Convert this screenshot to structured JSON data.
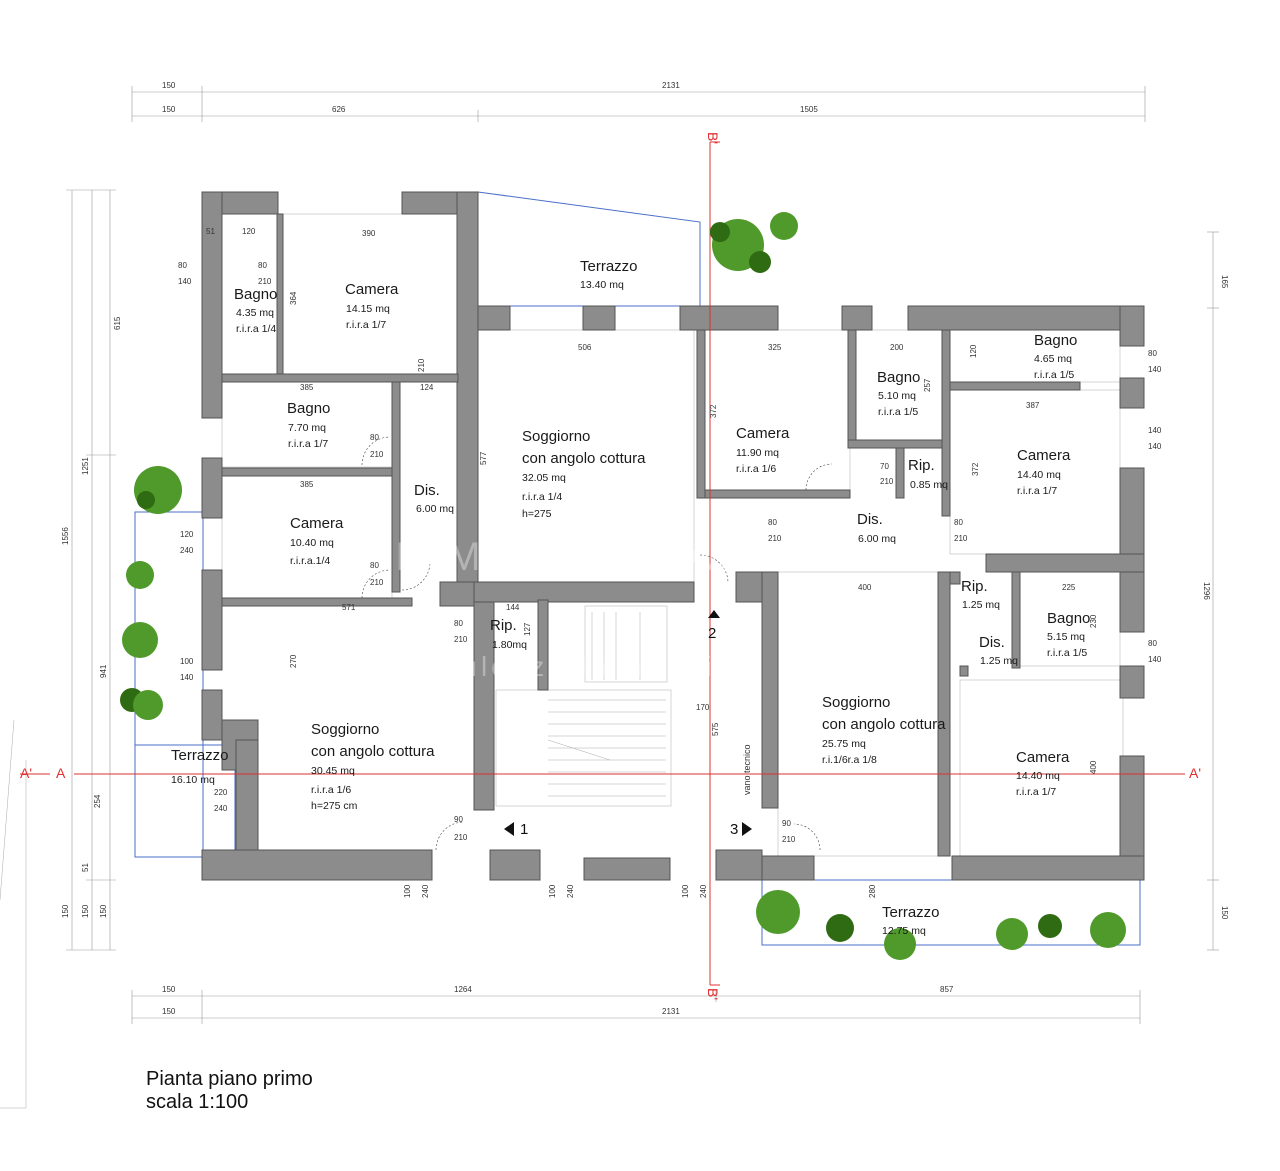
{
  "title": "Pianta piano primo",
  "scale": "scala 1:100",
  "top_dims_row1": [
    "150",
    "2131"
  ],
  "top_dims_row2": [
    "150",
    "626",
    "1505"
  ],
  "bottom_dims_row1": [
    "150",
    "1264",
    "857"
  ],
  "bottom_dims_row2": [
    "150",
    "2131"
  ],
  "left_dims": [
    "615",
    "1251",
    "1556",
    "941",
    "254",
    "51",
    "150",
    "150",
    "150"
  ],
  "right_dims": [
    "165",
    "1296",
    "150"
  ],
  "section_labels": {
    "b_top": "B'",
    "b_bottom": "B'",
    "a_left": "A'",
    "a_left2": "A",
    "a_right": "A'"
  },
  "markers": [
    "1",
    "2",
    "3"
  ],
  "watermark": "IMMOBILI REALI",
  "watermark2": "Consulenze Immobiliari",
  "rooms": [
    {
      "name": "Camera",
      "area": "14.15 mq",
      "ratio": "r.i.r.a 1/7"
    },
    {
      "name": "Bagno",
      "area": "4.35 mq",
      "ratio": "r.i.r.a 1/4"
    },
    {
      "name": "Terrazzo",
      "area": "13.40 mq",
      "ratio": ""
    },
    {
      "name": "Bagno",
      "area": "7.70 mq",
      "ratio": "r.i.r.a 1/7"
    },
    {
      "name": "Camera",
      "area": "10.40 mq",
      "ratio": "r.i.r.a.1/4"
    },
    {
      "name": "Dis.",
      "area": "6.00 mq",
      "ratio": ""
    },
    {
      "name": "Soggiorno",
      "name2": "con angolo cottura",
      "area": "32.05 mq",
      "ratio": "r.i.r.a 1/4",
      "height": "h=275"
    },
    {
      "name": "Rip.",
      "area": "1.80mq",
      "ratio": ""
    },
    {
      "name": "Soggiorno",
      "name2": "con angolo cottura",
      "area": "30.45 mq",
      "ratio": "r.i.r.a 1/6",
      "height": "h=275 cm"
    },
    {
      "name": "Terrazzo",
      "area": "16.10 mq",
      "ratio": ""
    },
    {
      "name": "Camera",
      "area": "11.90 mq",
      "ratio": "r.i.r.a 1/6"
    },
    {
      "name": "Bagno",
      "area": "5.10 mq",
      "ratio": "r.i.r.a 1/5"
    },
    {
      "name": "Rip.",
      "area": "0.85 mq",
      "ratio": ""
    },
    {
      "name": "Bagno",
      "area": "4.65 mq",
      "ratio": "r.i.r.a 1/5"
    },
    {
      "name": "Camera",
      "area": "14.40 mq",
      "ratio": "r.i.r.a 1/7"
    },
    {
      "name": "Dis.",
      "area": "6.00 mq",
      "ratio": ""
    },
    {
      "name": "Rip.",
      "area": "1.25 mq",
      "ratio": ""
    },
    {
      "name": "Dis.",
      "area": "1.25 mq",
      "ratio": ""
    },
    {
      "name": "Bagno",
      "area": "5.15 mq",
      "ratio": "r.i.r.a 1/5"
    },
    {
      "name": "Soggiorno",
      "name2": "con angolo cottura",
      "area": "25.75 mq",
      "ratio": "r.i.1/6r.a 1/8"
    },
    {
      "name": "Camera",
      "area": "14.40 mq",
      "ratio": "r.i.r.a 1/7"
    },
    {
      "name": "Terrazzo",
      "area": "12.75 mq",
      "ratio": ""
    }
  ],
  "vano_tecnico": "vano tecnico",
  "inner_dims": [
    "390",
    "120",
    "51",
    "80",
    "140",
    "364",
    "80",
    "210",
    "385",
    "124",
    "210",
    "385",
    "80",
    "210",
    "80",
    "210",
    "571",
    "506",
    "577",
    "144",
    "127",
    "80",
    "210",
    "270",
    "80",
    "210",
    "120",
    "240",
    "100",
    "140",
    "220",
    "240",
    "90",
    "210",
    "325",
    "372",
    "200",
    "257",
    "70",
    "210",
    "387",
    "372",
    "80",
    "210",
    "80",
    "210",
    "400",
    "225",
    "230",
    "170",
    "575",
    "90",
    "210",
    "400",
    "80",
    "140",
    "140",
    "140",
    "80",
    "140",
    "100",
    "240",
    "100",
    "240",
    "100",
    "240",
    "280",
    "120"
  ]
}
